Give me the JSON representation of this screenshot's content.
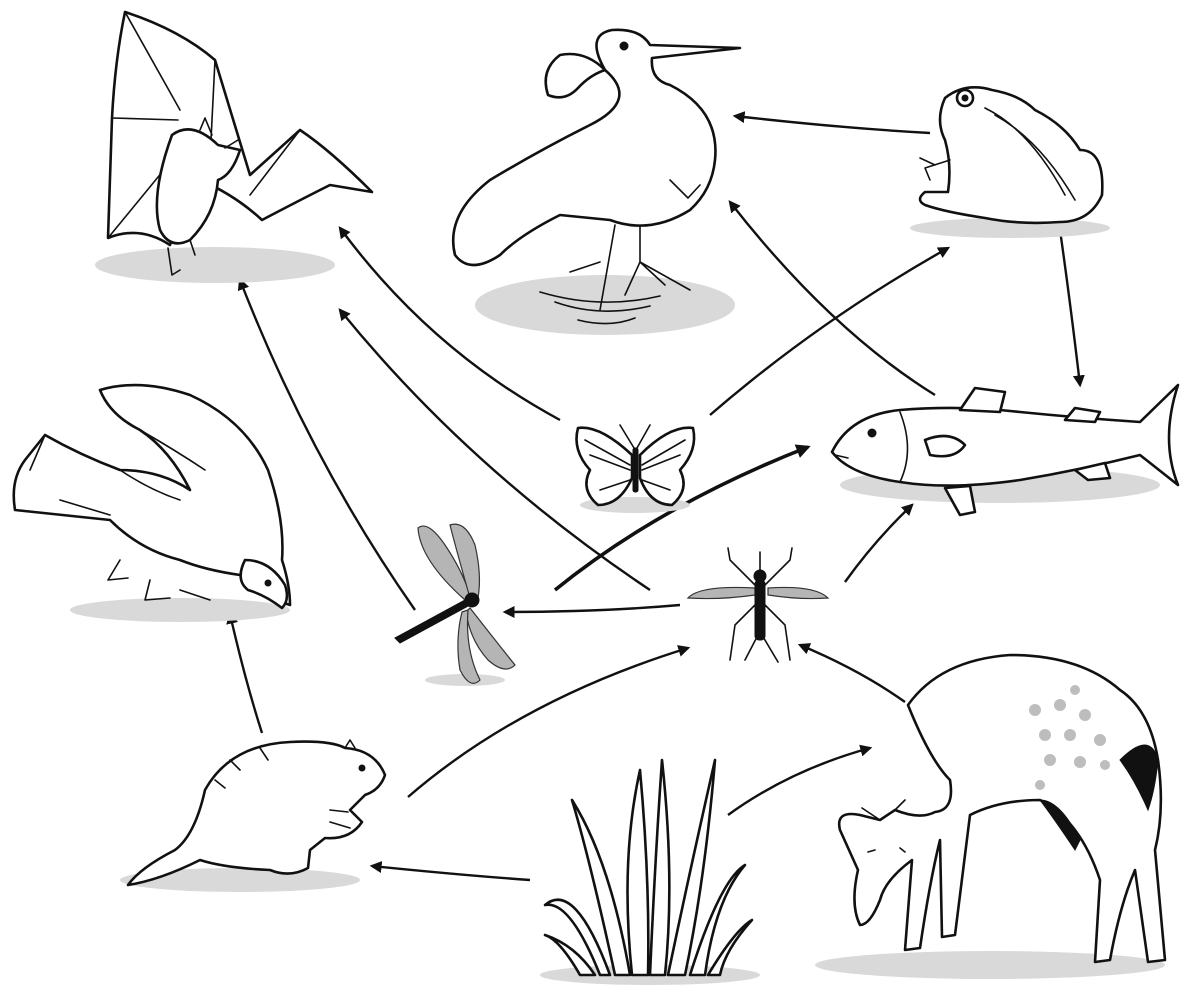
{
  "diagram": {
    "type": "food-web",
    "organisms": [
      {
        "id": "bat",
        "icon": "bat-icon"
      },
      {
        "id": "heron",
        "icon": "heron-icon"
      },
      {
        "id": "frog",
        "icon": "frog-icon"
      },
      {
        "id": "hawk",
        "icon": "hawk-icon"
      },
      {
        "id": "butterfly",
        "icon": "butterfly-icon"
      },
      {
        "id": "fish",
        "icon": "fish-icon"
      },
      {
        "id": "dragonfly",
        "icon": "dragonfly-icon"
      },
      {
        "id": "mosquito",
        "icon": "mosquito-icon"
      },
      {
        "id": "beaver",
        "icon": "beaver-icon"
      },
      {
        "id": "grass",
        "icon": "grass-icon"
      },
      {
        "id": "deer",
        "icon": "deer-icon"
      }
    ],
    "arrows": [
      {
        "from": "frog",
        "to": "heron"
      },
      {
        "from": "frog",
        "to": "fish"
      },
      {
        "from": "fish",
        "to": "heron"
      },
      {
        "from": "butterfly",
        "to": "bat"
      },
      {
        "from": "butterfly",
        "to": "frog"
      },
      {
        "from": "mosquito",
        "to": "bat"
      },
      {
        "from": "dragonfly",
        "to": "bat"
      },
      {
        "from": "dragonfly",
        "to": "fish"
      },
      {
        "from": "mosquito",
        "to": "dragonfly"
      },
      {
        "from": "mosquito",
        "to": "fish"
      },
      {
        "from": "beaver",
        "to": "hawk"
      },
      {
        "from": "beaver",
        "to": "mosquito"
      },
      {
        "from": "deer",
        "to": "mosquito"
      },
      {
        "from": "grass",
        "to": "beaver"
      },
      {
        "from": "grass",
        "to": "deer"
      }
    ],
    "colors": {
      "ink": "#111111",
      "shadow": "#d9d9d9",
      "background": "#ffffff"
    }
  }
}
